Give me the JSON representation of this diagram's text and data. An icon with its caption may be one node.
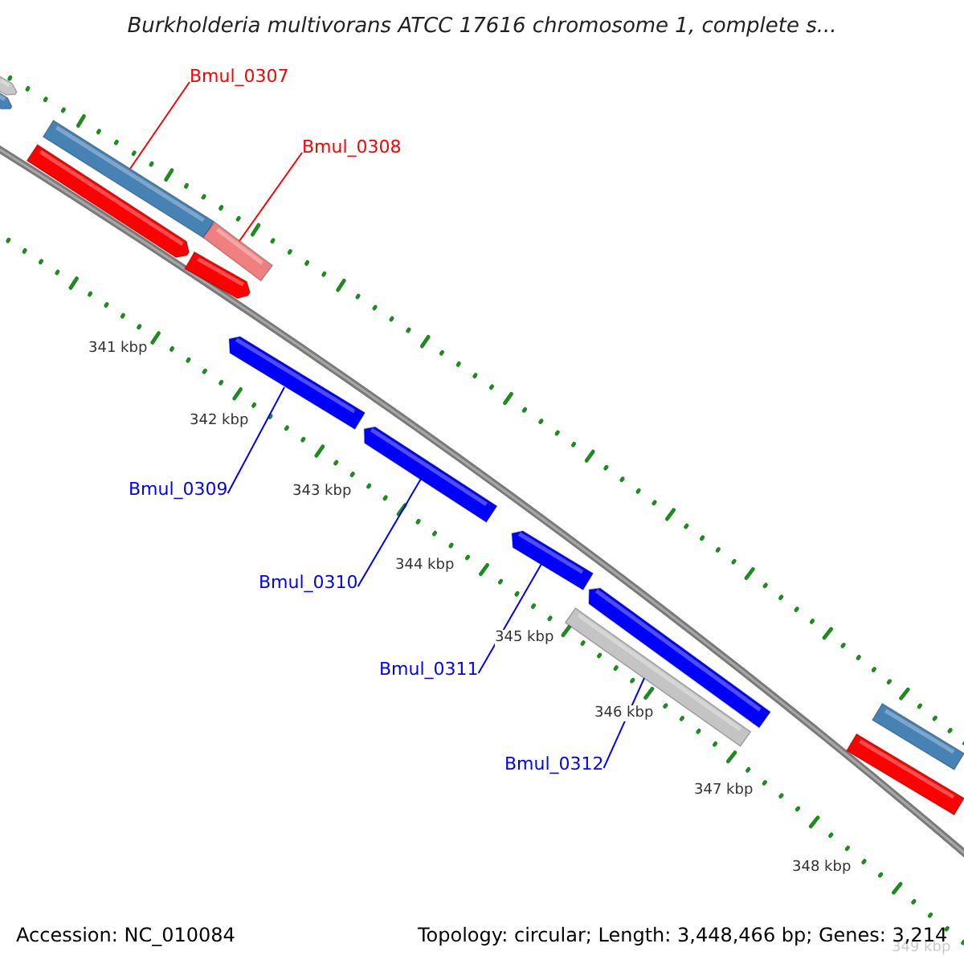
{
  "diagram": {
    "title": "Burkholderia multivorans ATCC 17616 chromosome 1, complete s...",
    "nodes": [
      {
        "text": [
          "Bmul_0307"
        ]
      },
      {
        "text": [
          "Bmul_0308"
        ]
      },
      {
        "text": [
          "Bmul_0309"
        ]
      },
      {
        "text": [
          "Bmul_0310"
        ]
      },
      {
        "text": [
          "Bmul_0311"
        ]
      },
      {
        "text": [
          "Bmul_0312"
        ]
      },
      {
        "text": [],
        "shape": "bar"
      },
      {
        "text": [],
        "shape": "bar"
      },
      {
        "text": [],
        "shape": "bar"
      },
      {
        "text": [],
        "shape": "bar"
      },
      {
        "text": [],
        "shape": "bar"
      },
      {
        "text": [],
        "shape": "bar"
      },
      {
        "text": [],
        "shape": "bar"
      },
      {
        "text": [],
        "shape": "bar"
      },
      {
        "text": [],
        "shape": "bar"
      },
      {
        "text": [],
        "shape": "bar"
      },
      {
        "text": [],
        "shape": "bar"
      },
      {
        "text": [],
        "shape": "bar"
      },
      {
        "text": [],
        "shape": "bar"
      }
    ],
    "edges": [
      {
        "from": 0,
        "to": 8,
        "arrow": "none",
        "color": "#ff0000"
      },
      {
        "from": 1,
        "to": 10,
        "arrow": "none",
        "color": "#ff0000"
      },
      {
        "from": 2,
        "to": 12,
        "arrow": "none"
      },
      {
        "from": 3,
        "to": 13,
        "arrow": "none"
      },
      {
        "from": 4,
        "to": 14,
        "arrow": "none"
      },
      {
        "from": 5,
        "to": 15,
        "arrow": "none"
      }
    ],
    "labels": [
      "341 kbp",
      "342 kbp",
      "343 kbp",
      "344 kbp",
      "345 kbp",
      "346 kbp",
      "347 kbp",
      "348 kbp",
      "349 kbp",
      "Accession: NC_010084",
      "Topology: circular; Length: 3,448,466 bp; Genes: 3,214"
    ]
  }
}
